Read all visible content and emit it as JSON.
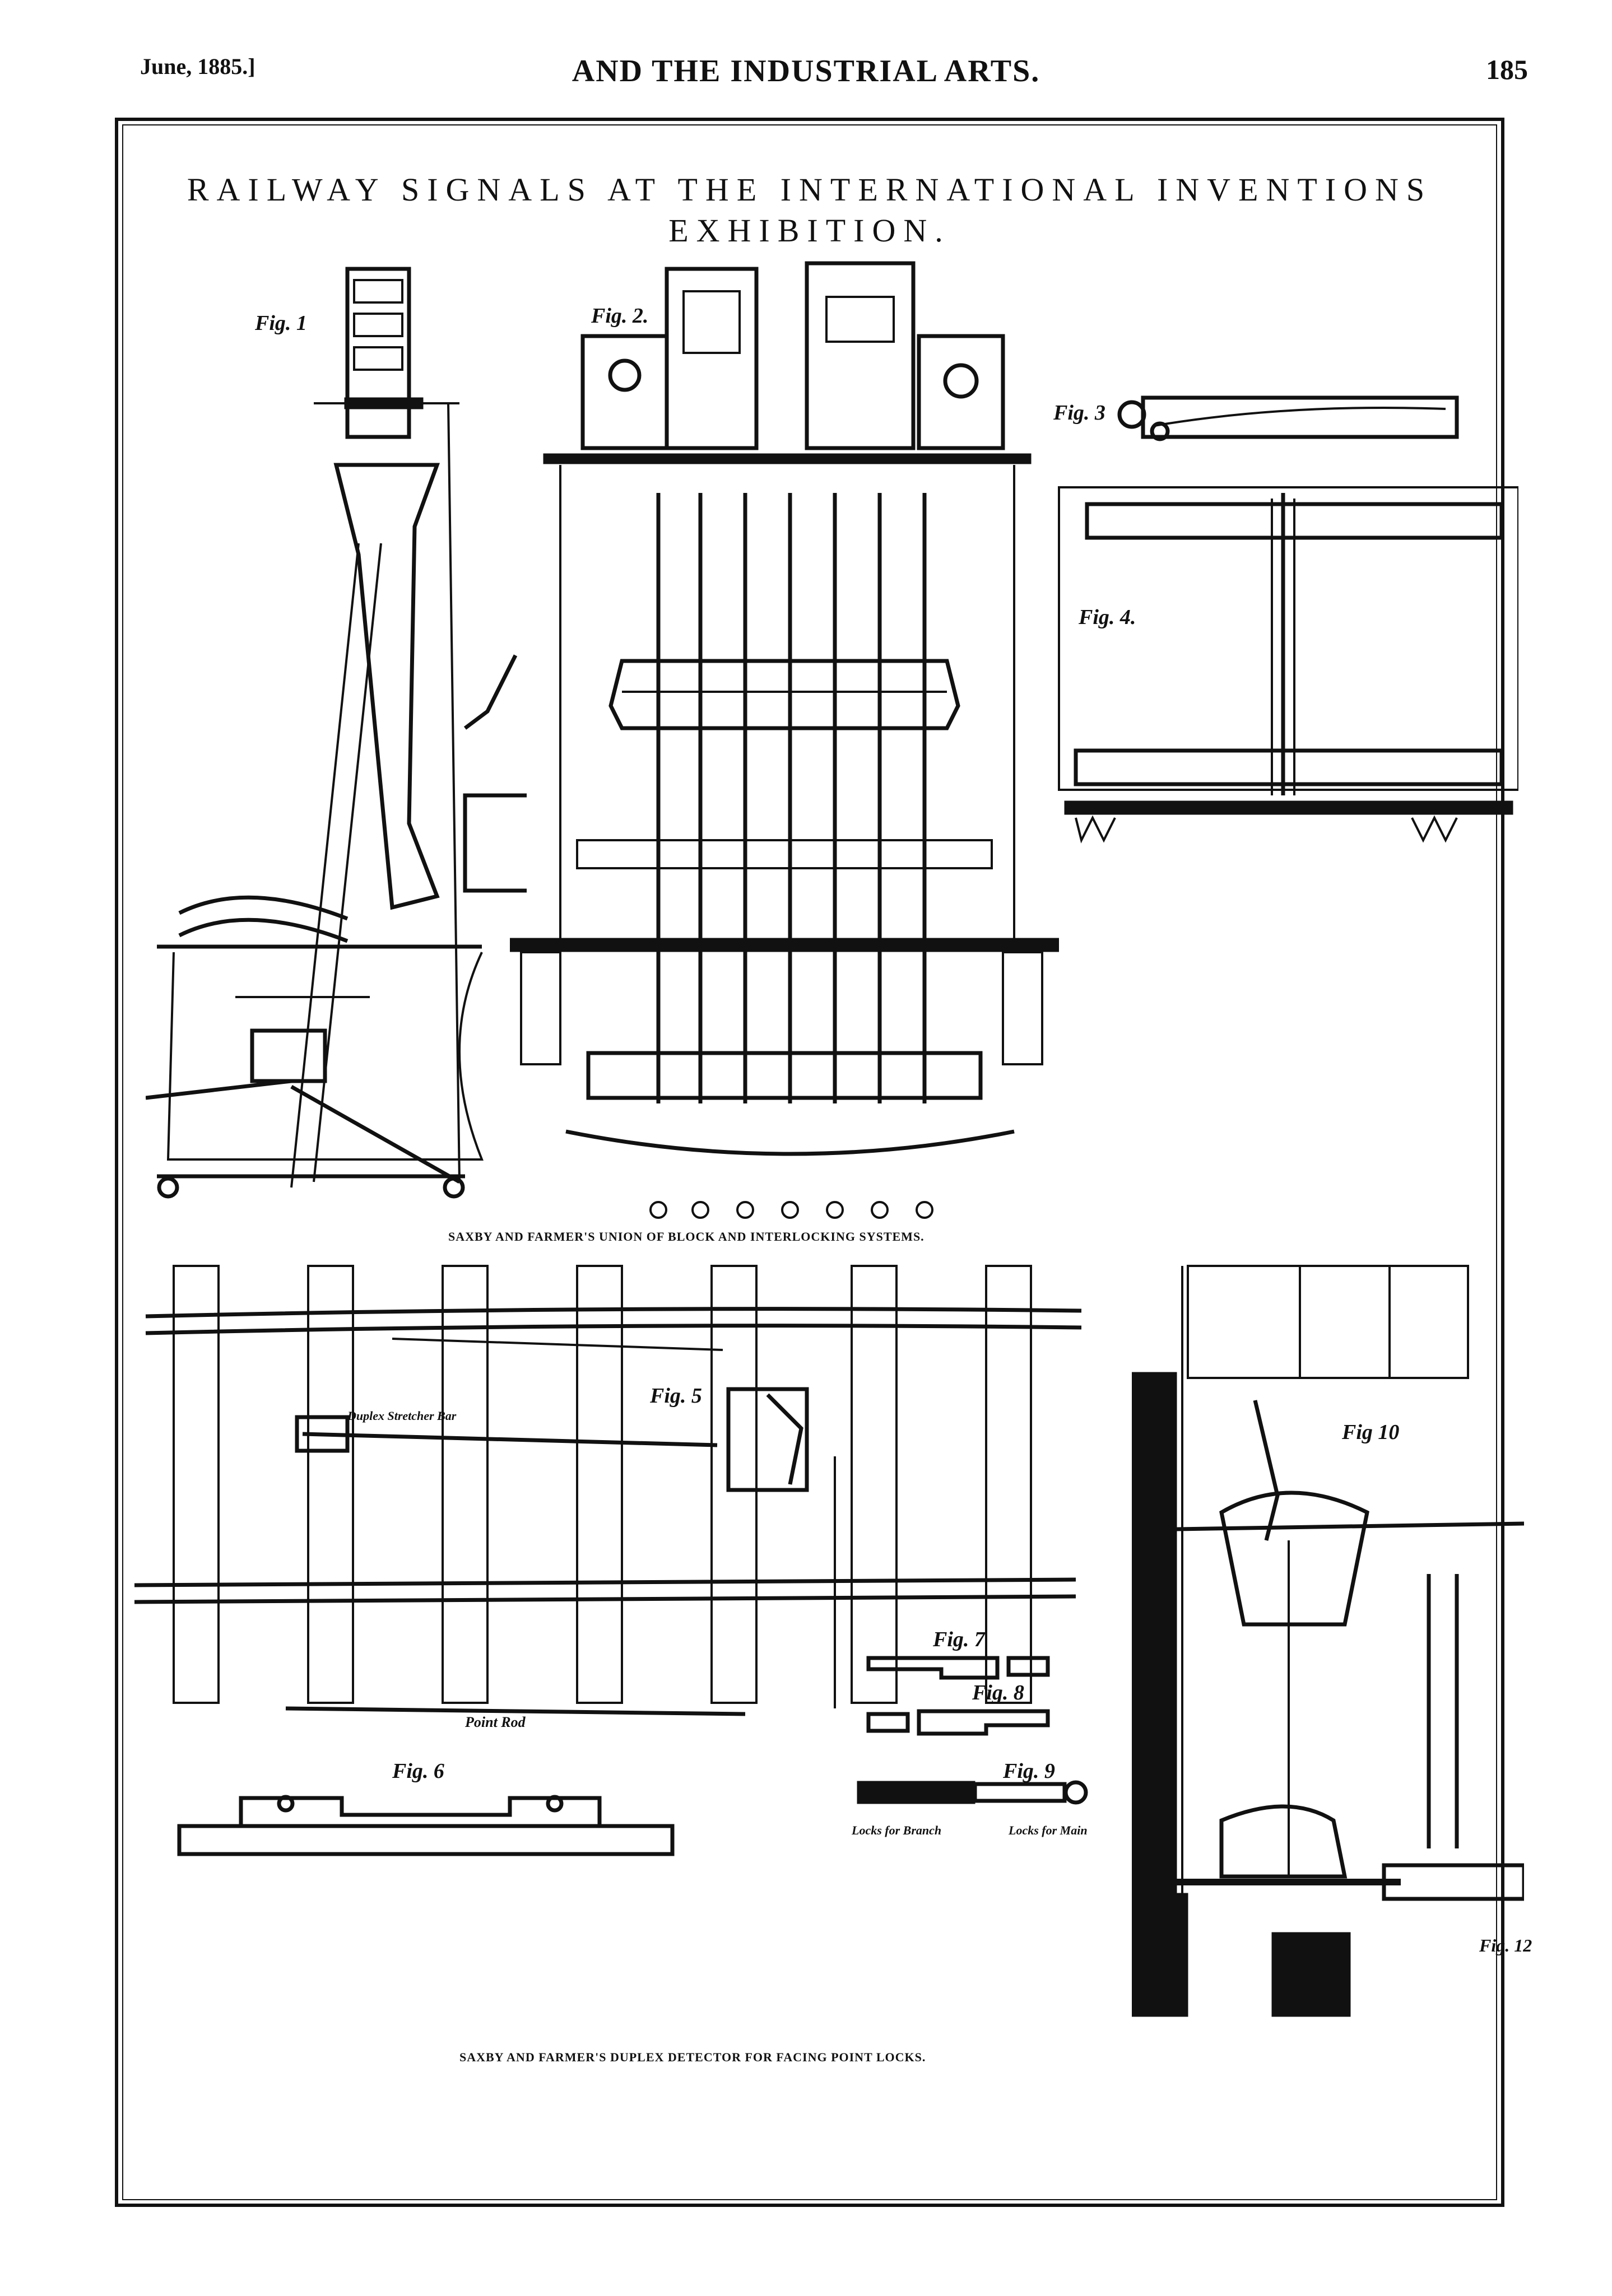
{
  "header": {
    "date": "June, 1885.]",
    "title": "AND THE INDUSTRIAL ARTS.",
    "page_number": "185"
  },
  "plate": {
    "title_line1": "RAILWAY SIGNALS AT THE INTERNATIONAL INVENTIONS",
    "title_line2": "EXHIBITION."
  },
  "figures": {
    "fig1": "Fig. 1",
    "fig2": "Fig. 2.",
    "fig3": "Fig. 3",
    "fig4": "Fig. 4.",
    "fig5": "Fig. 5",
    "fig6": "Fig. 6",
    "fig7": "Fig. 7",
    "fig8": "Fig. 8",
    "fig9": "Fig. 9",
    "fig10": "Fig 10",
    "fig12": "Fig. 12"
  },
  "labels": {
    "duplex_stretcher_bar": "Duplex Stretcher Bar",
    "point_rod": "Point Rod",
    "locks_for_branch": "Locks for Branch",
    "locks_for_main": "Locks for Main"
  },
  "captions": {
    "upper": "SAXBY AND FARMER'S UNION OF BLOCK AND INTERLOCKING SYSTEMS.",
    "lower": "SAXBY AND FARMER'S DUPLEX DETECTOR FOR FACING POINT LOCKS."
  }
}
